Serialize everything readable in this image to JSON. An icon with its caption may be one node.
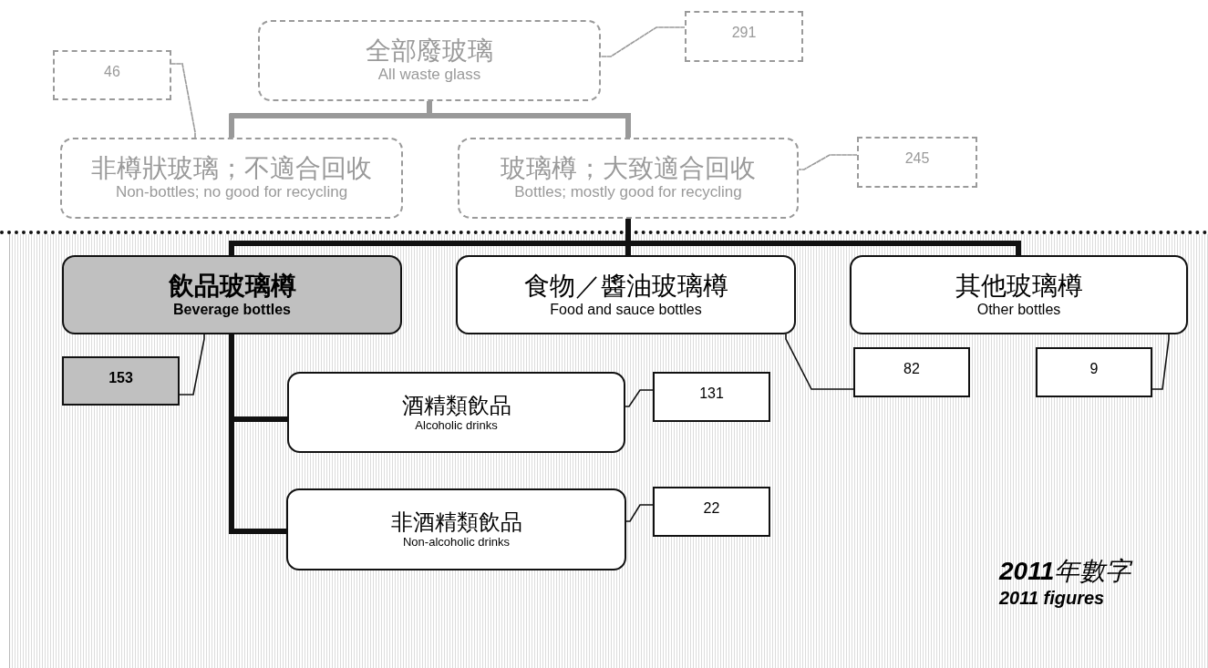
{
  "diagram": {
    "nodes": [
      {
        "text": [
          "全部廢玻璃",
          "All waste glass"
        ]
      },
      {
        "text": [
          "46"
        ]
      },
      {
        "text": [
          "291"
        ]
      },
      {
        "text": [
          "非樽狀玻璃；不適合回收",
          "Non-bottles; no good for recycling"
        ]
      },
      {
        "text": [
          "玻璃樽；大致適合回收",
          "Bottles; mostly good for recycling"
        ]
      },
      {
        "text": [
          "245"
        ]
      },
      {
        "text": [
          "飲品玻璃樽",
          "Beverage bottles"
        ]
      },
      {
        "text": [
          "食物／醬油玻璃樽",
          "Food and sauce bottles"
        ]
      },
      {
        "text": [
          "其他玻璃樽",
          "Other bottles"
        ]
      },
      {
        "text": [
          "153"
        ]
      },
      {
        "text": [
          "82"
        ]
      },
      {
        "text": [
          "9"
        ]
      },
      {
        "text": [
          "酒精類飲品",
          "Alcoholic drinks"
        ]
      },
      {
        "text": [
          "131"
        ]
      },
      {
        "text": [
          "非酒精類飲品",
          "Non-alcoholic drinks"
        ]
      },
      {
        "text": [
          "22"
        ]
      }
    ],
    "edges": [
      {
        "from": 0,
        "to": 3,
        "arrow": "none",
        "style": "dashed",
        "color": "#999999"
      },
      {
        "from": 0,
        "to": 4,
        "arrow": "none",
        "style": "dashed",
        "color": "#999999"
      },
      {
        "from": 4,
        "to": 6,
        "arrow": "none",
        "style": "thick"
      },
      {
        "from": 4,
        "to": 7,
        "arrow": "none",
        "style": "thick"
      },
      {
        "from": 4,
        "to": 8,
        "arrow": "none",
        "style": "thick"
      },
      {
        "from": 6,
        "to": 12,
        "arrow": "none",
        "style": "thick"
      },
      {
        "from": 6,
        "to": 14,
        "arrow": "none",
        "style": "thick"
      },
      {
        "from": 2,
        "to": 0,
        "arrow": "none",
        "style": "dashed",
        "color": "#999999"
      },
      {
        "from": 1,
        "to": 3,
        "arrow": "none",
        "style": "dashed",
        "color": "#999999"
      },
      {
        "from": 5,
        "to": 4,
        "arrow": "none",
        "style": "dashed",
        "color": "#999999"
      },
      {
        "from": 9,
        "to": 6,
        "arrow": "none"
      },
      {
        "from": 10,
        "to": 7,
        "arrow": "none"
      },
      {
        "from": 11,
        "to": 8,
        "arrow": "none"
      },
      {
        "from": 13,
        "to": 12,
        "arrow": "none"
      },
      {
        "from": 15,
        "to": 14,
        "arrow": "none"
      }
    ],
    "labels": [
      "**2011**年數字",
      "2011 figures"
    ]
  }
}
